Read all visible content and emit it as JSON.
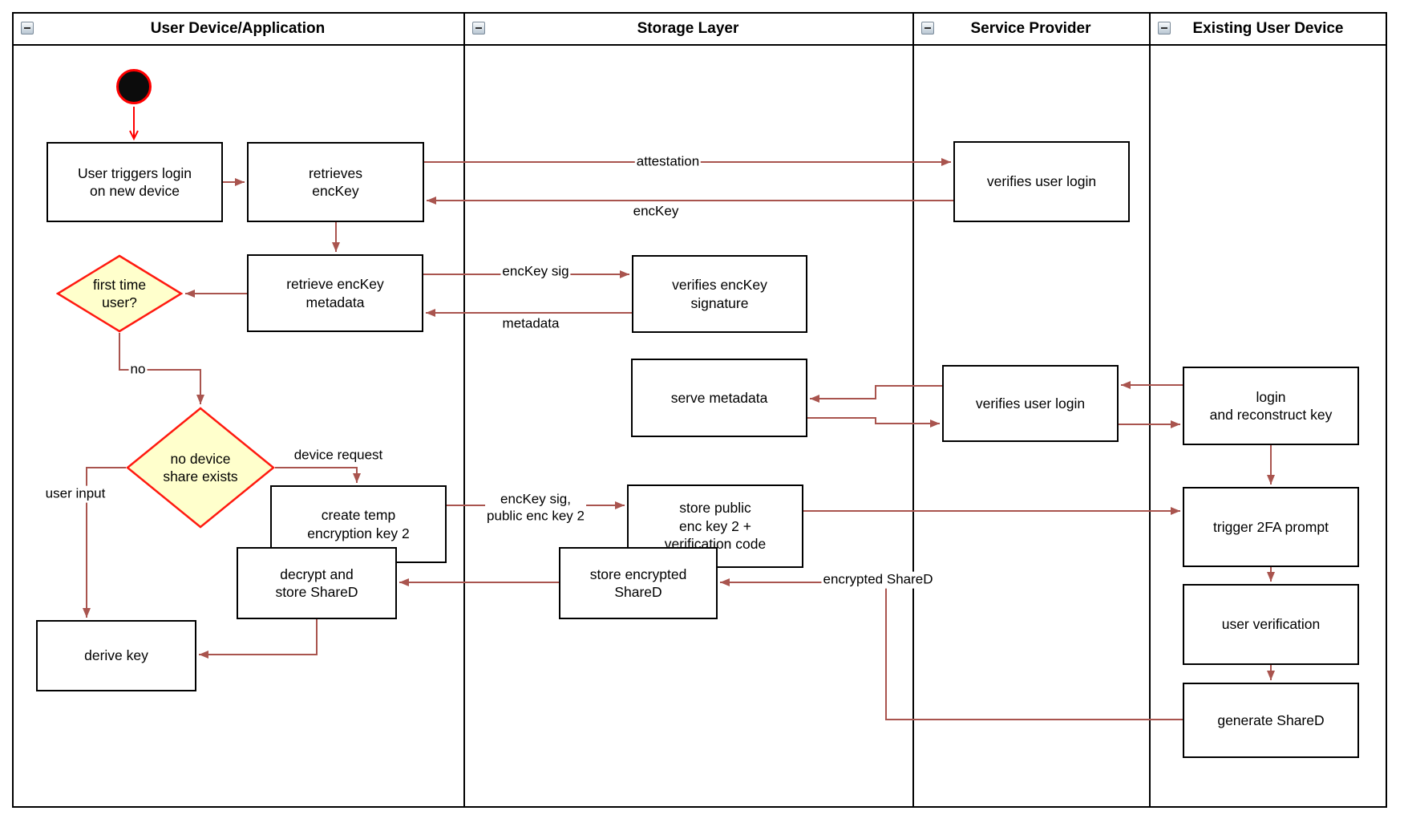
{
  "lanes": [
    {
      "title": "User Device/Application"
    },
    {
      "title": "Storage Layer"
    },
    {
      "title": "Service Provider"
    },
    {
      "title": "Existing User Device"
    }
  ],
  "nodes": {
    "start": "initial-node",
    "user_triggers_login": "User triggers login\non new device",
    "retrieves_enckey": "retrieves\nencKey",
    "retrieve_enckey_metadata": "retrieve encKey\nmetadata",
    "verifies_user_login_top": "verifies user login",
    "verifies_enckey_signature": "verifies encKey\nsignature",
    "first_time_user": "first time\nuser?",
    "serve_metadata": "serve metadata",
    "verifies_user_login_mid": "verifies user login",
    "login_and_reconstruct_key": "login\nand reconstruct key",
    "no_device_share_exists": "no device\nshare exists",
    "create_temp_encryption_key_2": "create temp\nencryption key 2",
    "store_public_enc_key_2": "store public\nenc key 2 +\nverification code",
    "trigger_2fa_prompt": "trigger 2FA prompt",
    "user_verification": "user verification",
    "generate_shared": "generate ShareD",
    "store_encrypted_shared": "store encrypted\nShareD",
    "decrypt_and_store_shared": "decrypt and\nstore ShareD",
    "derive_key": "derive key"
  },
  "edge_labels": {
    "attestation": "attestation",
    "enckey": "encKey",
    "enckey_sig": "encKey sig",
    "metadata": "metadata",
    "no": "no",
    "device_request": "device request",
    "enckey_sig_public": "encKey sig,\npublic enc key 2",
    "user_input": "user input",
    "encrypted_shared": "encrypted ShareD"
  },
  "colors": {
    "arrow": "#a9544e",
    "start_red": "#ff0000",
    "diamond_border": "#ff1a10",
    "diamond_fill": "#ffffcc",
    "lane_border": "#000000"
  }
}
